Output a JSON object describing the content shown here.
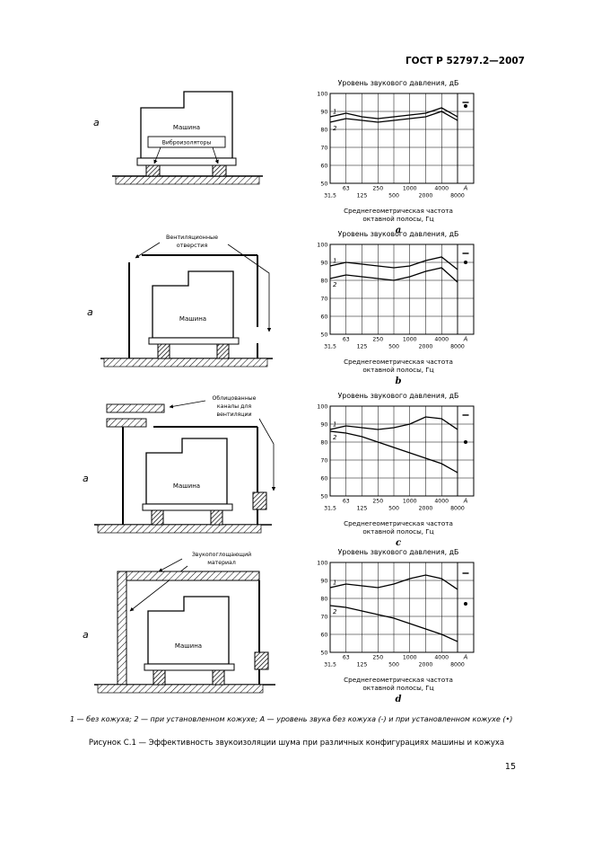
{
  "header": {
    "title": "ГОСТ Р 52797.2—2007"
  },
  "figure": {
    "diagrams": {
      "a": {
        "mark": "а",
        "machine": "Машина",
        "label_lines": [
          "Виброизоляторы"
        ]
      },
      "b": {
        "mark": "а",
        "machine": "Машина",
        "label_lines": [
          "Вентиляционные",
          "отверстия"
        ]
      },
      "c": {
        "mark": "а",
        "machine": "Машина",
        "label_lines": [
          "Облицованные",
          "каналы для",
          "вентиляции"
        ]
      },
      "d": {
        "mark": "а",
        "machine": "Машина",
        "label_lines": [
          "Звукопоглощающий",
          "материал"
        ]
      }
    }
  },
  "chart_common": {
    "title": "Уровень звукового давления, дБ",
    "xlabel_lines": [
      "Среднегеометрическая частота",
      "октавной полосы, Гц"
    ],
    "a_label": "А",
    "y_ticks": [
      100,
      90,
      80,
      70,
      60,
      50
    ]
  },
  "chart_data": [
    {
      "type": "line",
      "letter": "a",
      "title": "Уровень звукового давления, дБ",
      "xlabel": "Среднегеометрическая частота октавной полосы, Гц",
      "ylabel": "Уровень звукового давления, дБ",
      "x": [
        "31,5",
        "63",
        "125",
        "250",
        "500",
        "1000",
        "2000",
        "4000",
        "8000"
      ],
      "ylim": [
        50,
        100
      ],
      "series": [
        {
          "name": "1",
          "values": [
            87,
            89,
            87,
            86,
            87,
            88,
            89,
            92,
            87
          ]
        },
        {
          "name": "2",
          "values": [
            84,
            86,
            85,
            84,
            85,
            86,
            87,
            90,
            85
          ]
        }
      ],
      "A_without": 95,
      "A_with": 93
    },
    {
      "type": "line",
      "letter": "b",
      "title": "Уровень звукового давления, дБ",
      "xlabel": "Среднегеометрическая частота октавной полосы, Гц",
      "ylabel": "Уровень звукового давления, дБ",
      "x": [
        "31,5",
        "63",
        "125",
        "250",
        "500",
        "1000",
        "2000",
        "4000",
        "8000"
      ],
      "ylim": [
        50,
        100
      ],
      "series": [
        {
          "name": "1",
          "values": [
            88,
            90,
            89,
            88,
            87,
            88,
            91,
            93,
            86
          ]
        },
        {
          "name": "2",
          "values": [
            81,
            83,
            82,
            81,
            80,
            82,
            85,
            87,
            79
          ]
        }
      ],
      "A_without": 95,
      "A_with": 90
    },
    {
      "type": "line",
      "letter": "c",
      "title": "Уровень звукового давления, дБ",
      "xlabel": "Среднегеометрическая частота октавной полосы, Гц",
      "ylabel": "Уровень звукового давления, дБ",
      "x": [
        "31,5",
        "63",
        "125",
        "250",
        "500",
        "1000",
        "2000",
        "4000",
        "8000"
      ],
      "ylim": [
        50,
        100
      ],
      "series": [
        {
          "name": "1",
          "values": [
            87,
            89,
            88,
            87,
            88,
            90,
            94,
            93,
            87
          ]
        },
        {
          "name": "2",
          "values": [
            86,
            85,
            83,
            80,
            77,
            74,
            71,
            68,
            63
          ]
        }
      ],
      "A_without": 95,
      "A_with": 80
    },
    {
      "type": "line",
      "letter": "d",
      "title": "Уровень звукового давления, дБ",
      "xlabel": "Среднегеометрическая частота октавной полосы, Гц",
      "ylabel": "Уровень звукового давления, дБ",
      "x": [
        "31,5",
        "63",
        "125",
        "250",
        "500",
        "1000",
        "2000",
        "4000",
        "8000"
      ],
      "ylim": [
        50,
        100
      ],
      "series": [
        {
          "name": "1",
          "values": [
            86,
            88,
            87,
            86,
            88,
            91,
            93,
            91,
            85
          ]
        },
        {
          "name": "2",
          "values": [
            76,
            75,
            73,
            71,
            69,
            66,
            63,
            60,
            56
          ]
        }
      ],
      "A_without": 94,
      "A_with": 77
    }
  ],
  "footer": {
    "legend": "1 — без кожуха; 2 — при установленном кожухе; А — уровень звука без кожуха (-) и при установленном кожухе (•)",
    "caption": "Рисунок С.1 — Эффективность звукоизоляции шума при различных конфигурациях машины и кожуха",
    "page_number": "15"
  }
}
